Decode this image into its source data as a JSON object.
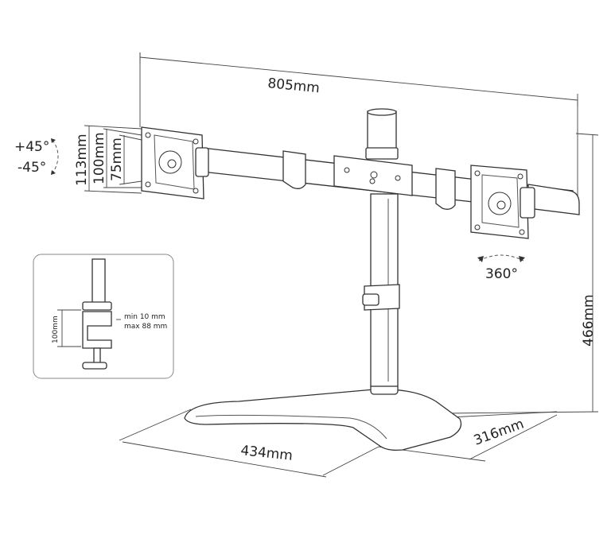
{
  "dimensions": {
    "width": "805mm",
    "height": "466mm",
    "base_width": "434mm",
    "base_depth": "316mm",
    "vesa_113": "113mm",
    "vesa_100": "100mm",
    "vesa_75": "75mm",
    "tilt_up": "+45°",
    "tilt_down": "-45°",
    "rotation": "360°"
  },
  "inset": {
    "clamp_height": "100mm",
    "desk_thickness_min": "min 10 mm",
    "desk_thickness_max": "max 88 mm"
  }
}
